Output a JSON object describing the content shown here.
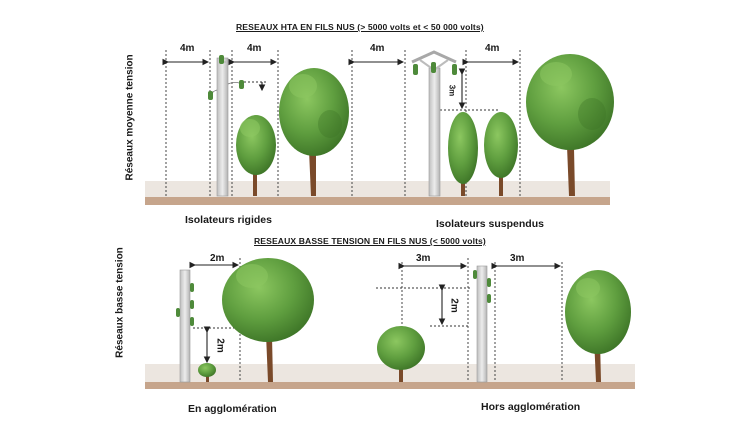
{
  "titles": {
    "hta": "RESEAUX HTA EN FILS NUS (> 5000 volts et < 50 000 volts)",
    "bt": "RESEAUX BASSE TENSION EN FILS NUS (< 5000 volts)"
  },
  "side_labels": {
    "top": "Réseaux moyenne tension",
    "bottom": "Réseaux basse tension"
  },
  "captions": {
    "rigid": "Isolateurs rigides",
    "suspended": "Isolateurs suspendus",
    "urban": "En agglomération",
    "rural": "Hors agglomération"
  },
  "dimensions": {
    "top_a": "4m",
    "top_b": "4m",
    "top_c": "4m",
    "top_d": "4m",
    "top_vertical": "3m",
    "bottom_a": "2m",
    "bottom_vertical_a": "2m",
    "bottom_b": "3m",
    "bottom_vertical_b": "2m",
    "bottom_c": "3m"
  },
  "colors": {
    "ground": "#c6a58c",
    "ground_band": "#ece6e0",
    "foliage": "#5f9e3f",
    "foliage_dark": "#3f7a2a",
    "trunk": "#7a4a2a",
    "pole": "#d8d8d8",
    "insulator": "#4e8a3a"
  }
}
